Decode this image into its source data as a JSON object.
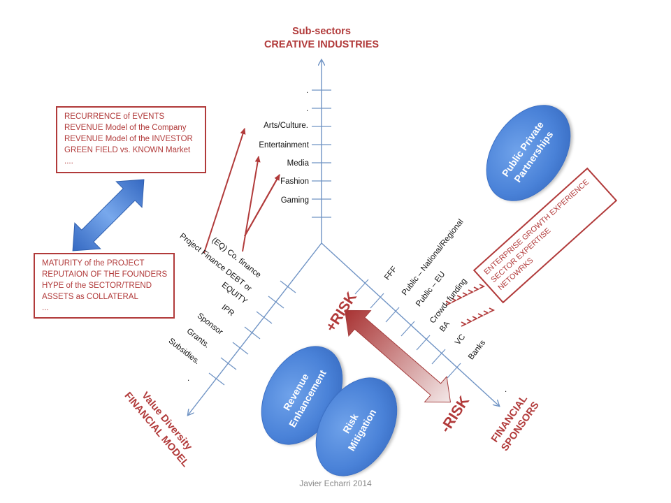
{
  "titles": {
    "top_line1": "Sub-sectors",
    "top_line2": "CREATIVE INDUSTRIES",
    "left_line1": "Value Diversity",
    "left_line2": "FINANCIAL MODEL",
    "right_line1": "FINANCIAL",
    "right_line2": "SPONSORS"
  },
  "top_box": {
    "lines": [
      "RECURRENCE of EVENTS",
      "REVENUE Model of the Company",
      "REVENUE Model of the INVESTOR",
      "GREEN FIELD vs. KNOWN Market",
      "...."
    ]
  },
  "bottom_box": {
    "lines": [
      "MATURITY of the PROJECT",
      "REPUTAION OF THE FOUNDERS",
      "HYPE of the SECTOR/TREND",
      "ASSETS as COLLATERAL",
      "..."
    ]
  },
  "right_box": {
    "lines": [
      "ENTERPRISE GROWTH EXPERIENCE",
      "SECTOR EXPERTISE",
      "NETOWRKS"
    ]
  },
  "subsectors": [
    ".",
    ".",
    "Arts/Culture.",
    "Entertainment",
    "Media",
    "Fashion",
    "Gaming"
  ],
  "financial_models": [
    "(EQ) Co. finance",
    "Project Finance DEBT or",
    "EQUITY",
    "IPR",
    "Sponsor",
    "Grants.",
    "Subsidies.",
    "."
  ],
  "sponsors": [
    "FFF",
    "Public – National/Regional",
    "Public – EU",
    "Crowd- funding",
    "BA",
    "VC",
    "Banks",
    "."
  ],
  "ellipses": {
    "ppp": [
      "Public Private",
      "Partnerships"
    ],
    "revenue": [
      "Revenue",
      "Enhancement"
    ],
    "risk": [
      "Risk",
      "Mitigation"
    ]
  },
  "risk": {
    "plus": "+RISK",
    "minus": "-RISK"
  },
  "credit": "Javier Echarri 2014",
  "colors": {
    "accent_red": "#b13a3a",
    "axis_blue": "#6f93c4",
    "ellipse_blue": "#4a82d8",
    "double_arrow_blue": "#3f7fd6"
  }
}
